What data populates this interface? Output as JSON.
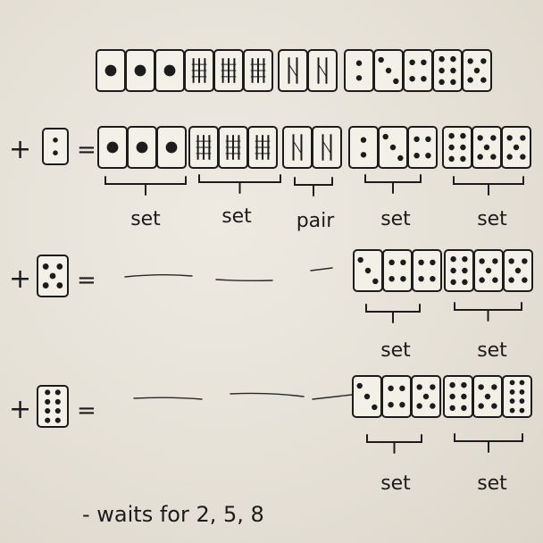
{
  "rows": [
    {
      "prefix": null,
      "tiles": [
        "1p",
        "1p",
        "1p",
        "3s",
        "3s",
        "3s",
        "2s",
        "2s",
        "2p",
        "3p",
        "4p",
        "6p",
        "5p"
      ],
      "groups": []
    },
    {
      "prefix": {
        "tile": "2p",
        "plus": "+",
        "eq": "="
      },
      "tiles": [
        "1p",
        "1p",
        "1p",
        "3s",
        "3s",
        "3s",
        "2s",
        "2s",
        "2p",
        "3p",
        "4p",
        "6p",
        "5p",
        "5p"
      ],
      "groups": [
        {
          "label": "set"
        },
        {
          "label": "set"
        },
        {
          "label": "pair"
        },
        {
          "label": "set"
        },
        {
          "label": "set"
        }
      ]
    },
    {
      "prefix": {
        "tile": "5p",
        "plus": "+",
        "eq": "="
      },
      "tiles": [
        "3p",
        "4p",
        "4p",
        "6p",
        "5p",
        "5p"
      ],
      "groups": [
        {
          "label": "set"
        },
        {
          "label": "set"
        }
      ]
    },
    {
      "prefix": {
        "tile": "8p",
        "plus": "+",
        "eq": "="
      },
      "tiles": [
        "3p",
        "4p",
        "5p",
        "6p",
        "5p",
        "8p"
      ],
      "groups": [
        {
          "label": "set"
        },
        {
          "label": "set"
        }
      ]
    }
  ],
  "footnote": "- waits for 2, 5, 8",
  "colors": {
    "ink": "#1c1c1c",
    "tile_face": "#f3f0e8"
  }
}
